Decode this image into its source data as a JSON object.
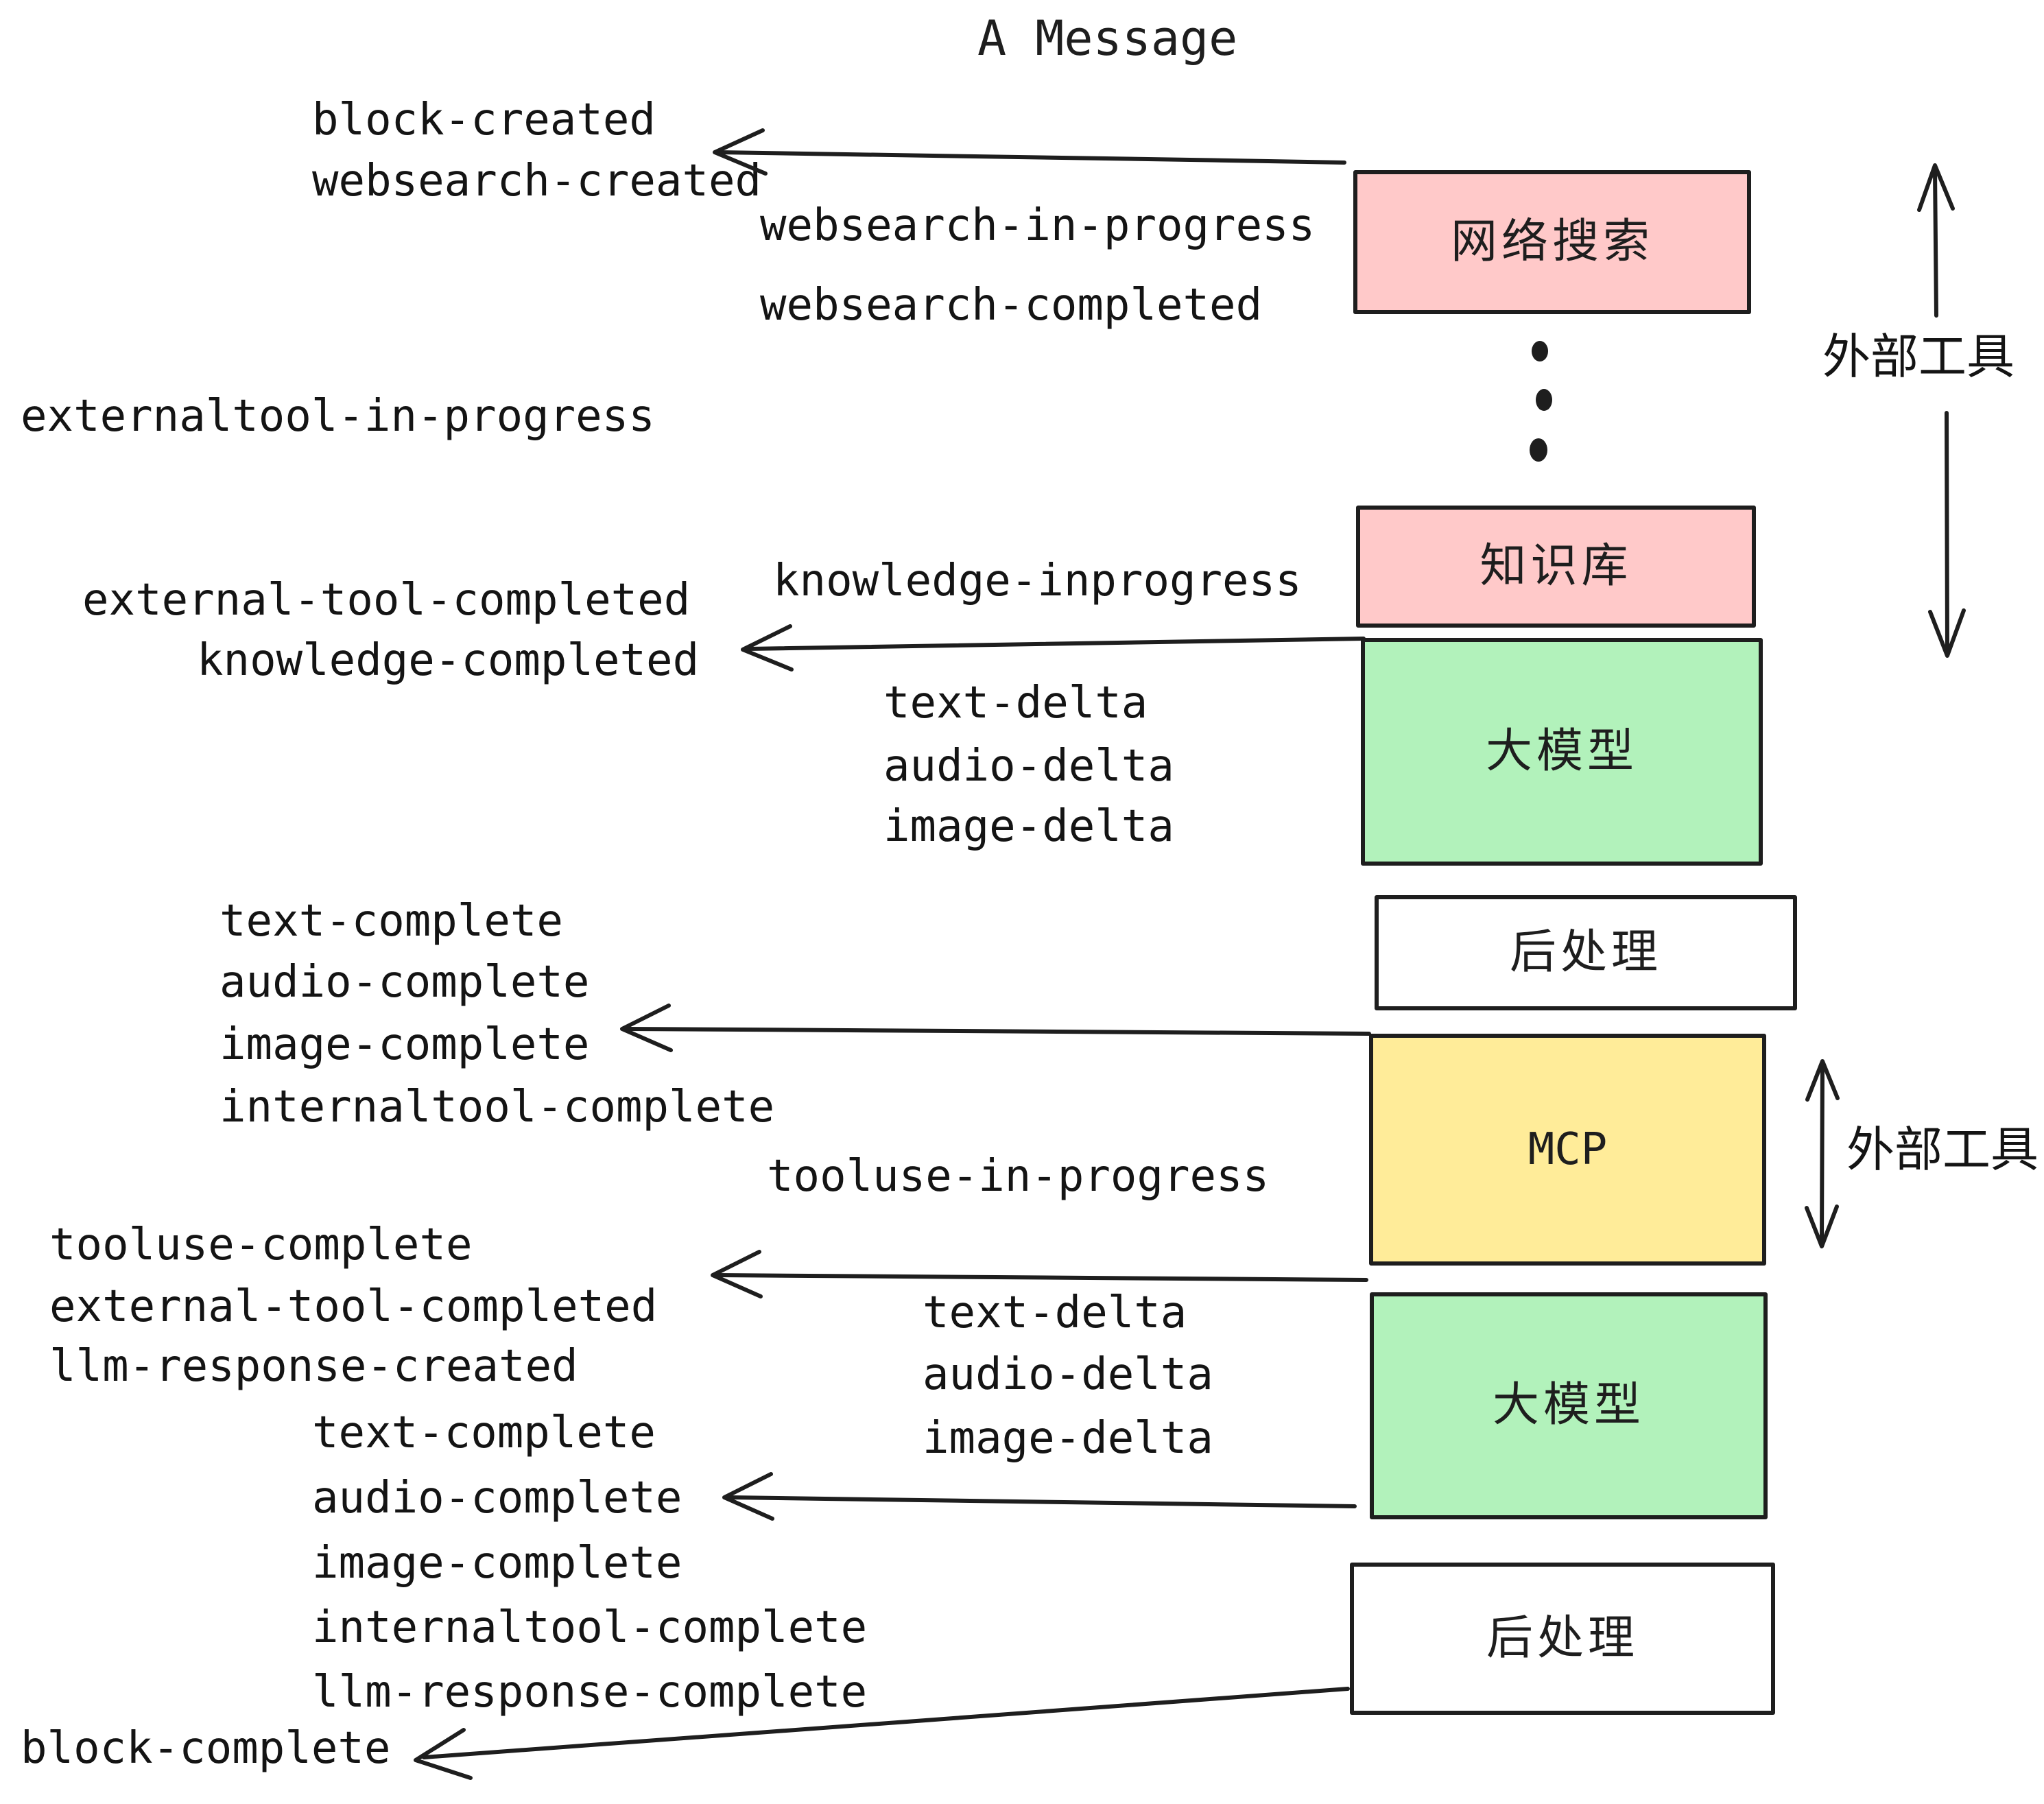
{
  "title": "A Message",
  "colors": {
    "pink": "#ffc9c9",
    "green": "#b2f2bb",
    "yellow": "#ffec99",
    "white": "#ffffff",
    "stroke": "#1e1e1e"
  },
  "flow": {
    "stage_boxes": [
      {
        "label": "网络搜索",
        "fill": "pink"
      },
      {
        "label": "知识库",
        "fill": "pink"
      },
      {
        "label": "大模型",
        "fill": "green"
      },
      {
        "label": "后处理",
        "fill": "white"
      },
      {
        "label": "MCP",
        "fill": "yellow"
      },
      {
        "label": "大模型",
        "fill": "green"
      },
      {
        "label": "后处理",
        "fill": "white"
      }
    ],
    "side_labels": {
      "external_tools_top": "外部工具",
      "external_tools_mid": "外部工具"
    },
    "events": {
      "block_created": "block-created",
      "websearch_created": "websearch-created",
      "websearch_in_progress": "websearch-in-progress",
      "websearch_completed": "websearch-completed",
      "externaltool_in_progress": "externaltool-in-progress",
      "external_tool_completed_1": "external-tool-completed",
      "knowledge_completed": "knowledge-completed",
      "knowledge_inprogress": "knowledge-inprogress",
      "text_delta_1": "text-delta",
      "audio_delta_1": "audio-delta",
      "image_delta_1": "image-delta",
      "text_complete_1": "text-complete",
      "audio_complete_1": "audio-complete",
      "image_complete_1": "image-complete",
      "internaltool_complete_1": "internaltool-complete",
      "tooluse_in_progress": "tooluse-in-progress",
      "tooluse_complete": "tooluse-complete",
      "external_tool_completed_2": "external-tool-completed",
      "llm_response_created": "llm-response-created",
      "text_delta_2": "text-delta",
      "audio_delta_2": "audio-delta",
      "image_delta_2": "image-delta",
      "text_complete_2": "text-complete",
      "audio_complete_2": "audio-complete",
      "image_complete_2": "image-complete",
      "internaltool_complete_2": "internaltool-complete",
      "llm_response_complete": "llm-response-complete",
      "block_complete": "block-complete"
    }
  }
}
